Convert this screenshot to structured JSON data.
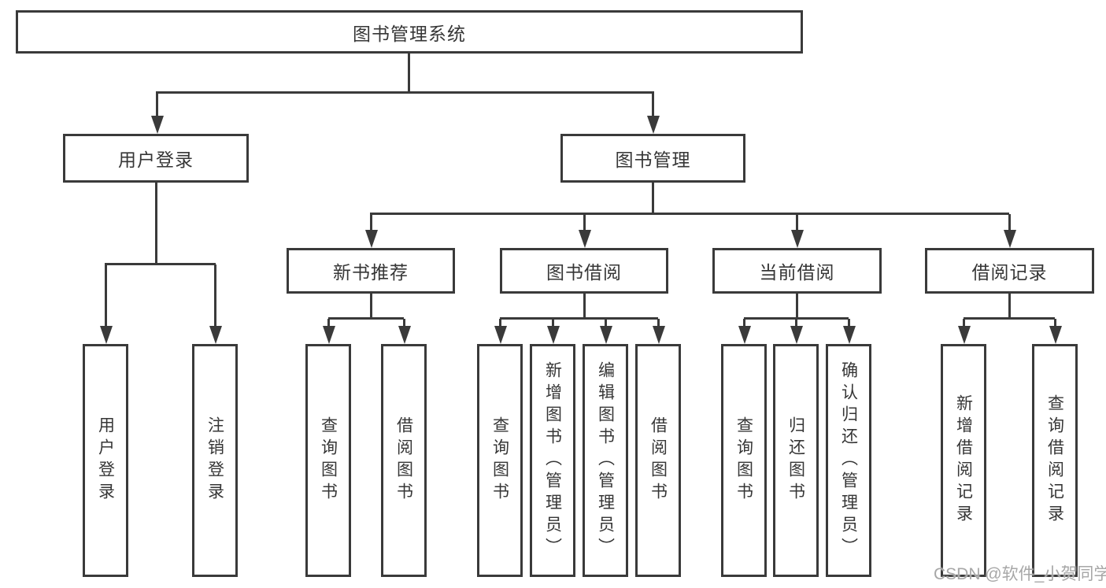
{
  "diagram": {
    "root": {
      "label": "图书管理系统"
    },
    "branches": [
      {
        "label": "用户登录",
        "children": [
          "用户登录",
          "注销登录"
        ]
      },
      {
        "label": "图书管理",
        "children": [
          {
            "label": "新书推荐",
            "children": [
              "查询图书",
              "借阅图书"
            ]
          },
          {
            "label": "图书借阅",
            "children": [
              "查询图书",
              "新增图书（管理员）",
              "编辑图书（管理员）",
              "借阅图书"
            ]
          },
          {
            "label": "当前借阅",
            "children": [
              "查询图书",
              "归还图书",
              "确认归还（管理员）"
            ]
          },
          {
            "label": "借阅记录",
            "children": [
              "新增借阅记录",
              "查询借阅记录"
            ]
          }
        ]
      }
    ],
    "watermark": "CSDN @软件_小贺同学",
    "colors": {
      "line": "#3a3a3a",
      "text": "#363636",
      "watermark": "#a7a7a7",
      "background": "#ffffff"
    }
  }
}
